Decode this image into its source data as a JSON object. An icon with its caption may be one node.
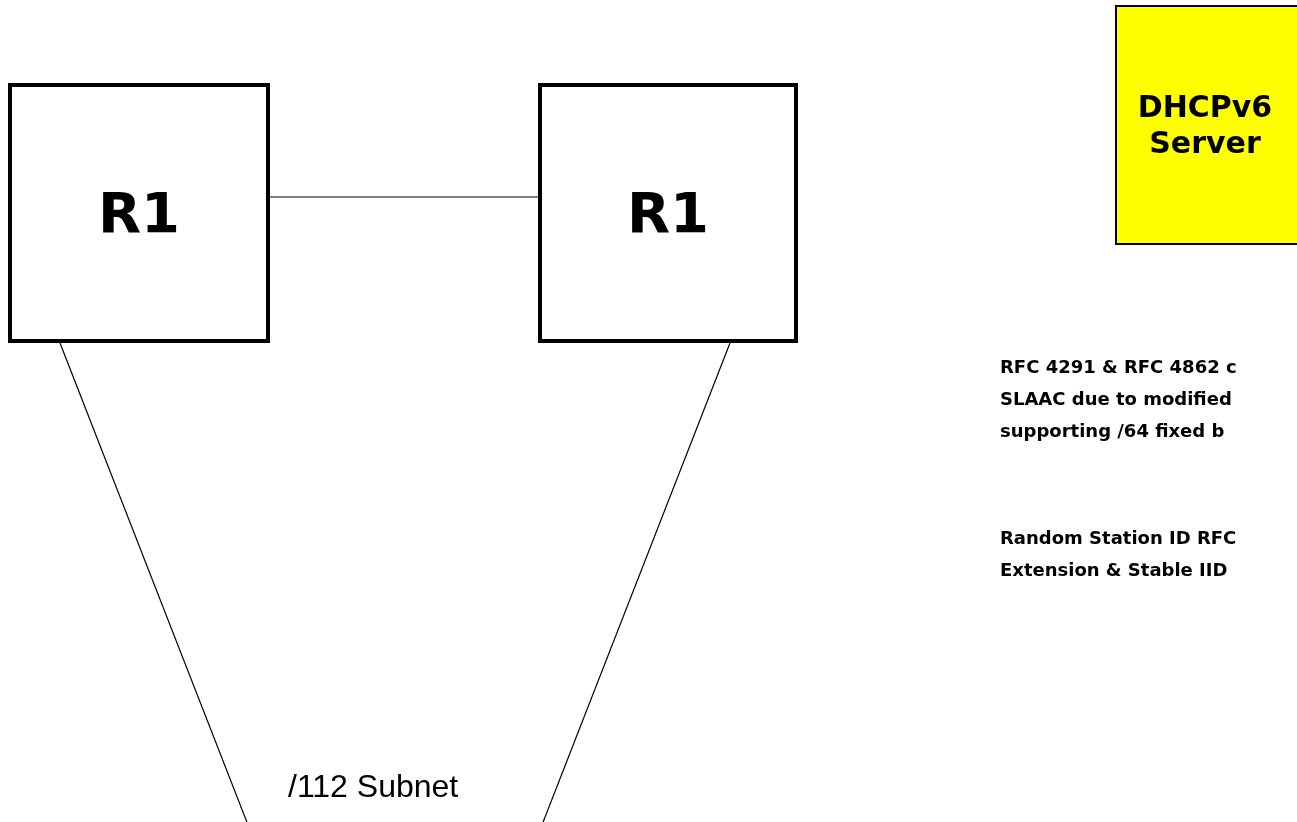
{
  "diagram": {
    "nodes": [
      {
        "text": [
          "R1"
        ]
      },
      {
        "text": [
          "R1"
        ]
      },
      {
        "text": [
          "DHCPv6 Server"
        ]
      }
    ],
    "edges": [
      {
        "from": 0,
        "to": 1,
        "arrow": "none"
      },
      {
        "from": 0,
        "to": null,
        "arrow": "none"
      },
      {
        "from": 1,
        "to": null,
        "arrow": "none"
      }
    ],
    "labels": [
      "/112 Subnet",
      "RFC 4291 & RFC 4862 c",
      "SLAAC due to modified",
      "supporting /64 fixed b",
      "Random Station ID RFC",
      "Extension & Stable IID"
    ]
  }
}
